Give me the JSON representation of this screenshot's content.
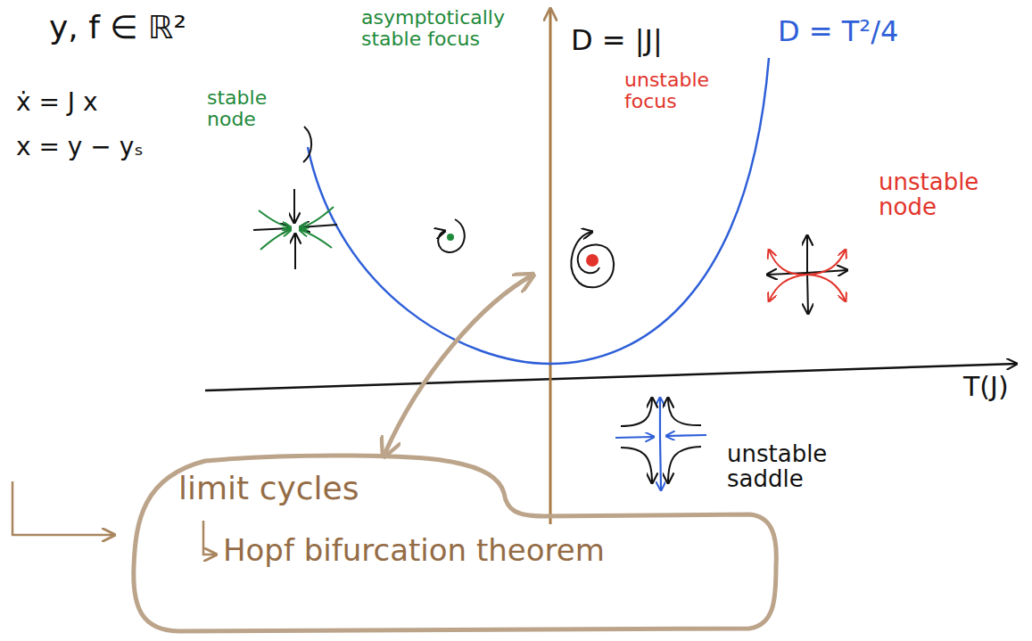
{
  "diagram": {
    "nodes": [
      {
        "text": [
          "limit cycles",
          "Hopf bifurcation theorem"
        ]
      }
    ],
    "labels": [
      "y, f ∈ ℝ²",
      "ẋ = J x",
      "x = y − yₛ",
      "asymptotically stable focus",
      "D = |J|",
      "D = T²/4",
      "unstable focus",
      "stable node",
      "unstable node",
      "T(J)",
      "unstable saddle"
    ]
  }
}
